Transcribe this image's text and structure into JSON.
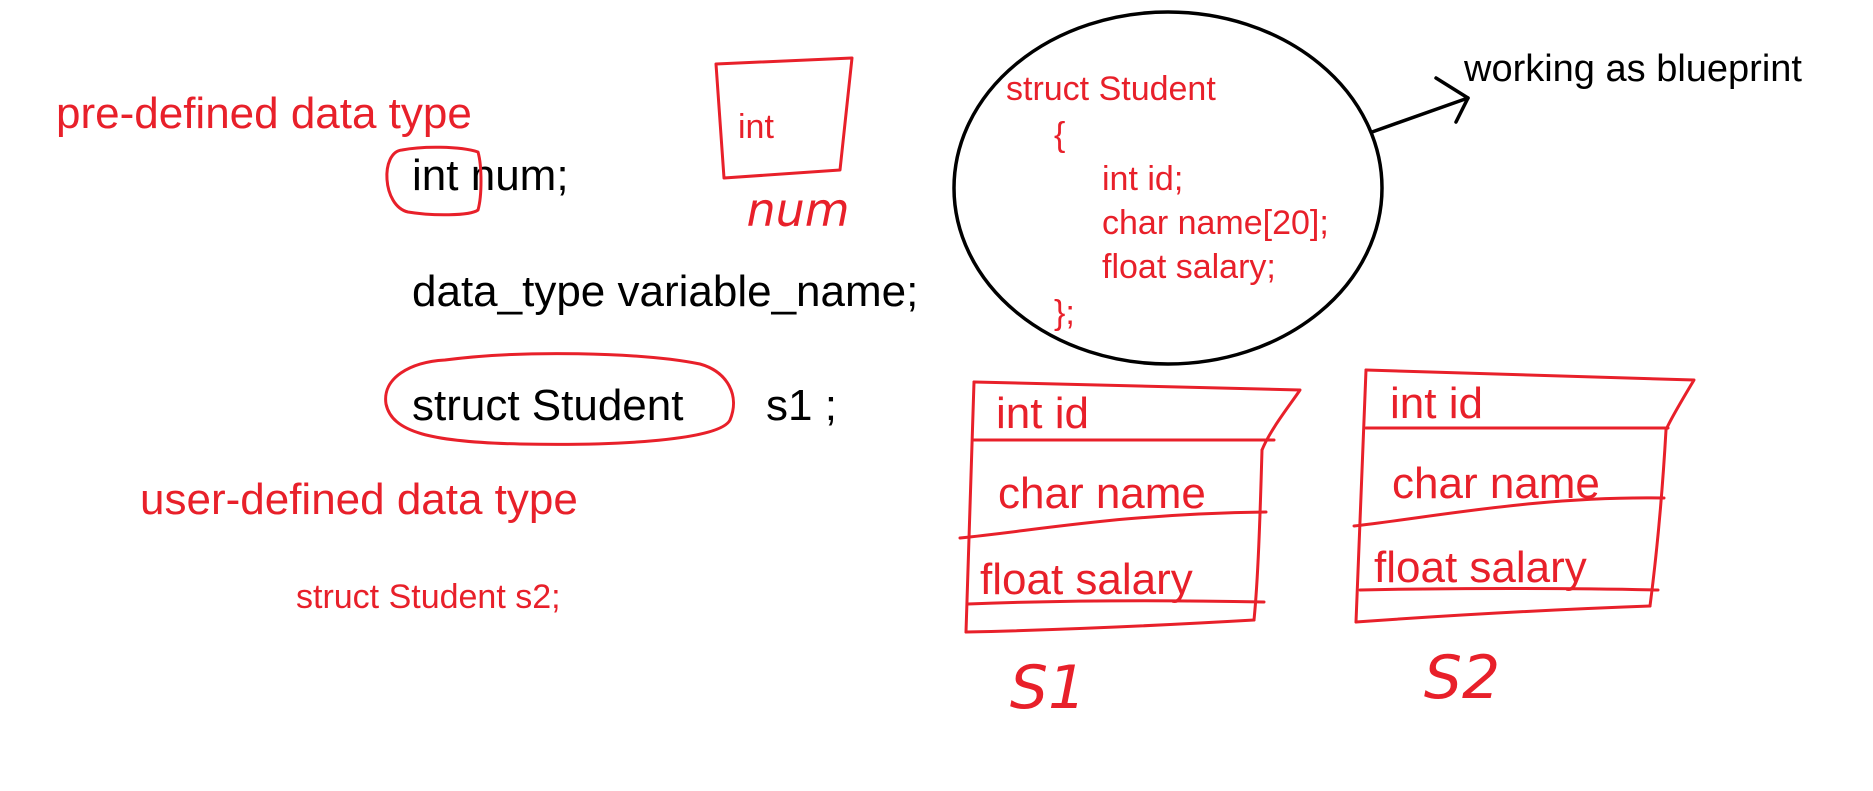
{
  "colors": {
    "annotation": "#e8202a",
    "code": "#000000",
    "background": "#ffffff"
  },
  "labels": {
    "predefined": "pre-defined data type",
    "userdefined": "user-defined data type",
    "blueprint_note": "working as blueprint"
  },
  "code": {
    "int_keyword": "int",
    "int_var": "num;",
    "syntax": "data_type variable_name;",
    "struct_type": "struct Student",
    "s1_var": "s1 ;",
    "s2_line": "struct Student s2;"
  },
  "memory_box": {
    "type_label": "int",
    "var_name": "num"
  },
  "blueprint": {
    "struct_line": "struct Student",
    "open_brace": "{",
    "fields": [
      "int id;",
      "char name[20];",
      "float salary;"
    ],
    "close_brace": "};"
  },
  "instances": [
    {
      "name": "S1",
      "fields": [
        "int id",
        "char name",
        "float salary"
      ]
    },
    {
      "name": "S2",
      "fields": [
        "int id",
        "char name",
        "float salary"
      ]
    }
  ]
}
